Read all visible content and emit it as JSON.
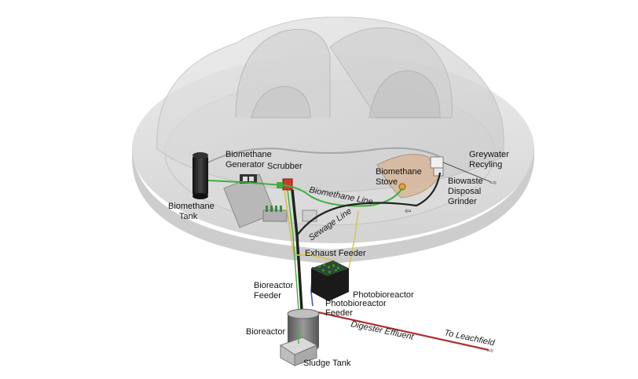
{
  "labels": {
    "biomethane_tank": [
      "Biomethane",
      "Tank"
    ],
    "biomethane_generator": [
      "Biomethane",
      "Generator"
    ],
    "scrubber": "Scrubber",
    "biomethane_line": "Biomethane Line",
    "sewage_line": "Sewage Line",
    "biomethane_stove": [
      "Biomethane",
      "Stove"
    ],
    "greywater_recycling": [
      "Greywater",
      "Recyling"
    ],
    "biowaste_disposal_grinder": [
      "Biowaste",
      "Disposal",
      "Grinder"
    ],
    "exhaust_feeder": "Exhaust Feeder",
    "bioreactor_feeder": [
      "Bioreactor",
      "Feeder"
    ],
    "photobioreactor": "Photobioreactor",
    "photobioreactor_feeder": [
      "Photobioreactor",
      "Feeder"
    ],
    "bioreactor": "Bioreactor",
    "sludge_tank": "Sludge Tank",
    "digester_effluent": "Digester Effluent",
    "to_leachfield": "To Leachfield"
  },
  "colors": {
    "biomethane_line": "#3fae3f",
    "sewage_line": "#222222",
    "effluent_line": "#b23030",
    "exhaust_line": "#d8c24a",
    "feeder_line": "#3a5fb0",
    "scrubber": "#d03a2a",
    "dome": "#d9d9d9"
  }
}
